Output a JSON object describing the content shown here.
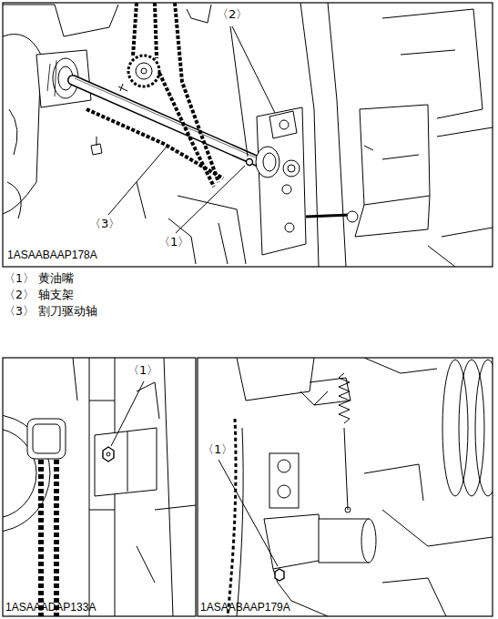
{
  "diagram": {
    "labels": [
      "〈2〉",
      "〈3〉",
      "〈1〉",
      "1ASAABAAP178A",
      "〈1〉 黄油嘴",
      "〈2〉 轴支架",
      "〈3〉 割刀驱动轴",
      "〈1〉",
      "1ASAAADAP133A",
      "〈1〉",
      "1ASAABAAP179A"
    ]
  }
}
